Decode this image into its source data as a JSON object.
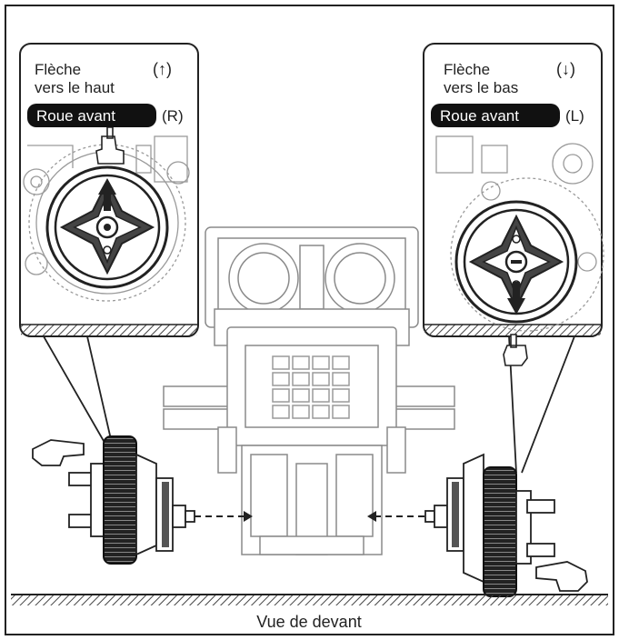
{
  "figure": {
    "left_panel": {
      "line1": "Flèche",
      "line2": "vers le haut",
      "arrow_glyph": "(↑)",
      "tag": "Roue avant",
      "side": "(R)",
      "arrow_icon": "arrow-up-icon"
    },
    "right_panel": {
      "line1": "Flèche",
      "line2": "vers le bas",
      "arrow_glyph": "(↓)",
      "tag": "Roue avant",
      "side": "(L)",
      "arrow_icon": "arrow-down-icon"
    },
    "caption": "Vue de devant",
    "colors": {
      "ink": "#222222",
      "hatch": "#444444",
      "light": "#9a9a9a"
    }
  }
}
